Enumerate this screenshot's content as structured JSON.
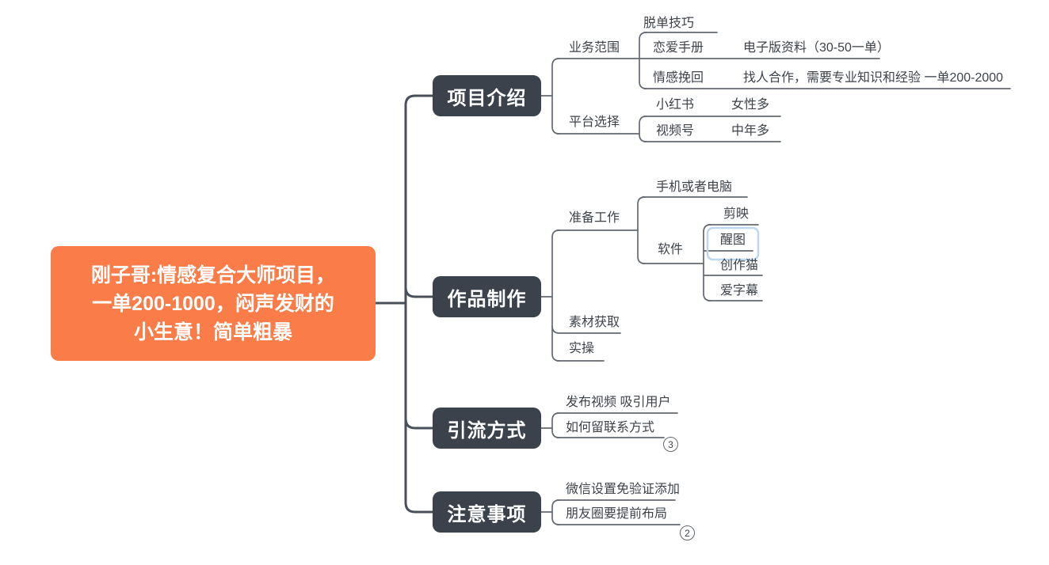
{
  "root": {
    "lines": [
      "刚子哥:情感复合大师项目，",
      "一单200-1000，闷声发财的",
      "小生意！简单粗暴"
    ]
  },
  "colors": {
    "root_fill": "#fa7c48",
    "branch_fill": "#3b424c",
    "thick_line": "#49505a",
    "thin_line": "#646a72",
    "text": "#3e434a",
    "selection_border": "#bdd7f0",
    "background": "#ffffff"
  },
  "branches": [
    {
      "label": "项目介绍",
      "children": [
        {
          "label": "业务范围",
          "children": [
            {
              "label": "脱单技巧"
            },
            {
              "label": "恋爱手册",
              "children": [
                {
                  "label": "电子版资料（30-50一单）"
                }
              ]
            },
            {
              "label": "情感挽回",
              "children": [
                {
                  "label": "找人合作，需要专业知识和经验 一单200-2000"
                }
              ]
            }
          ]
        },
        {
          "label": "平台选择",
          "children": [
            {
              "label": "小红书",
              "children": [
                {
                  "label": "女性多"
                }
              ]
            },
            {
              "label": "视频号",
              "children": [
                {
                  "label": "中年多"
                }
              ]
            }
          ]
        }
      ]
    },
    {
      "label": "作品制作",
      "children": [
        {
          "label": "准备工作",
          "children": [
            {
              "label": "手机或者电脑"
            },
            {
              "label": "软件",
              "children": [
                {
                  "label": "剪映"
                },
                {
                  "label": "醒图",
                  "selected": true
                },
                {
                  "label": "创作猫"
                },
                {
                  "label": "爱字幕"
                }
              ]
            }
          ]
        },
        {
          "label": "素材获取"
        },
        {
          "label": "实操"
        }
      ]
    },
    {
      "label": "引流方式",
      "children": [
        {
          "label": "发布视频 吸引用户"
        },
        {
          "label": "如何留联系方式",
          "collapsed_count": "3"
        }
      ]
    },
    {
      "label": "注意事项",
      "children": [
        {
          "label": "微信设置免验证添加"
        },
        {
          "label": "朋友圈要提前布局",
          "collapsed_count": "2"
        }
      ]
    }
  ]
}
